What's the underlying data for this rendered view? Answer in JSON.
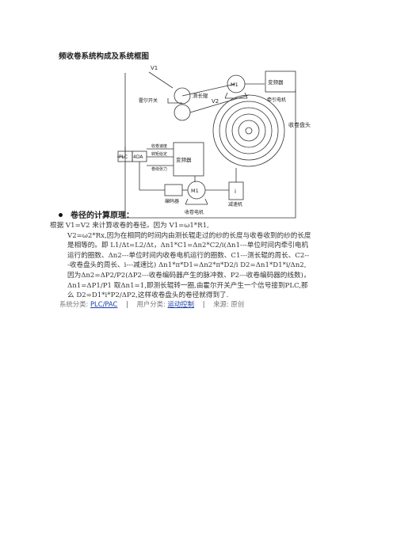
{
  "article": {
    "title": "频收卷系统构成及系统框图"
  },
  "diagram": {
    "v1": "V1",
    "v2": "V2",
    "m1_top": "M1",
    "inverter_top": "变频器",
    "traction_motor": "牵引电机",
    "measuring_roller": "测长辊",
    "hall_switch": "霍尔开关",
    "winding_head": "收卷盘头",
    "plc": "PLC",
    "da": "4DA",
    "speed_setting": "收卷速度",
    "torque_setting": "转矩给定",
    "tension_setting": "卷绕张力",
    "inverter_mid": "变频器",
    "reducer_symbol": "i",
    "reducer": "减速机",
    "m2": "M1",
    "encoder": "编码器",
    "winding_motor": "收卷电机"
  },
  "section": {
    "heading": "卷径的计算原理：",
    "lines": [
      "根据 V1=V2 来计算收卷的卷径。因为 V1=ω1*R1,",
      "V2=ω2*Rx,因为在相同的时间内由测长辊走过的纱的长度与收卷收到的纱的长度是相等的。即 L1/Δt=L2/Δt，Δn1*C1=Δn2*C2/i(Δn1---单位时间内牵引电机运行的圈数、Δn2---单位时间内收卷电机运行的圈数、C1---测长辊的周长、C2---收卷盘头的周长、i---减速比) Δn1*π*D1=Δn2*π*D2/i D2=Δn1*D1*i/Δn2,因为Δn2=ΔP2/P2(ΔP2---收卷编码器产生的脉冲数、P2---收卷编码器的线数)，Δn1=ΔP1/P1 取Δn1=1,即测长辊转一圈,由霍尔开关产生一个信号接到PLC,那么 D2=D1*i*P2/ΔP2,这样收卷盘头的卷径就得到了."
    ]
  },
  "footer": {
    "system_label": "系统分类:",
    "system_link": "PLC/PAC",
    "sep1": "|",
    "user_label": "用户分类:",
    "user_link": "运动控制",
    "sep2": "|",
    "source": "来源: 原创"
  }
}
